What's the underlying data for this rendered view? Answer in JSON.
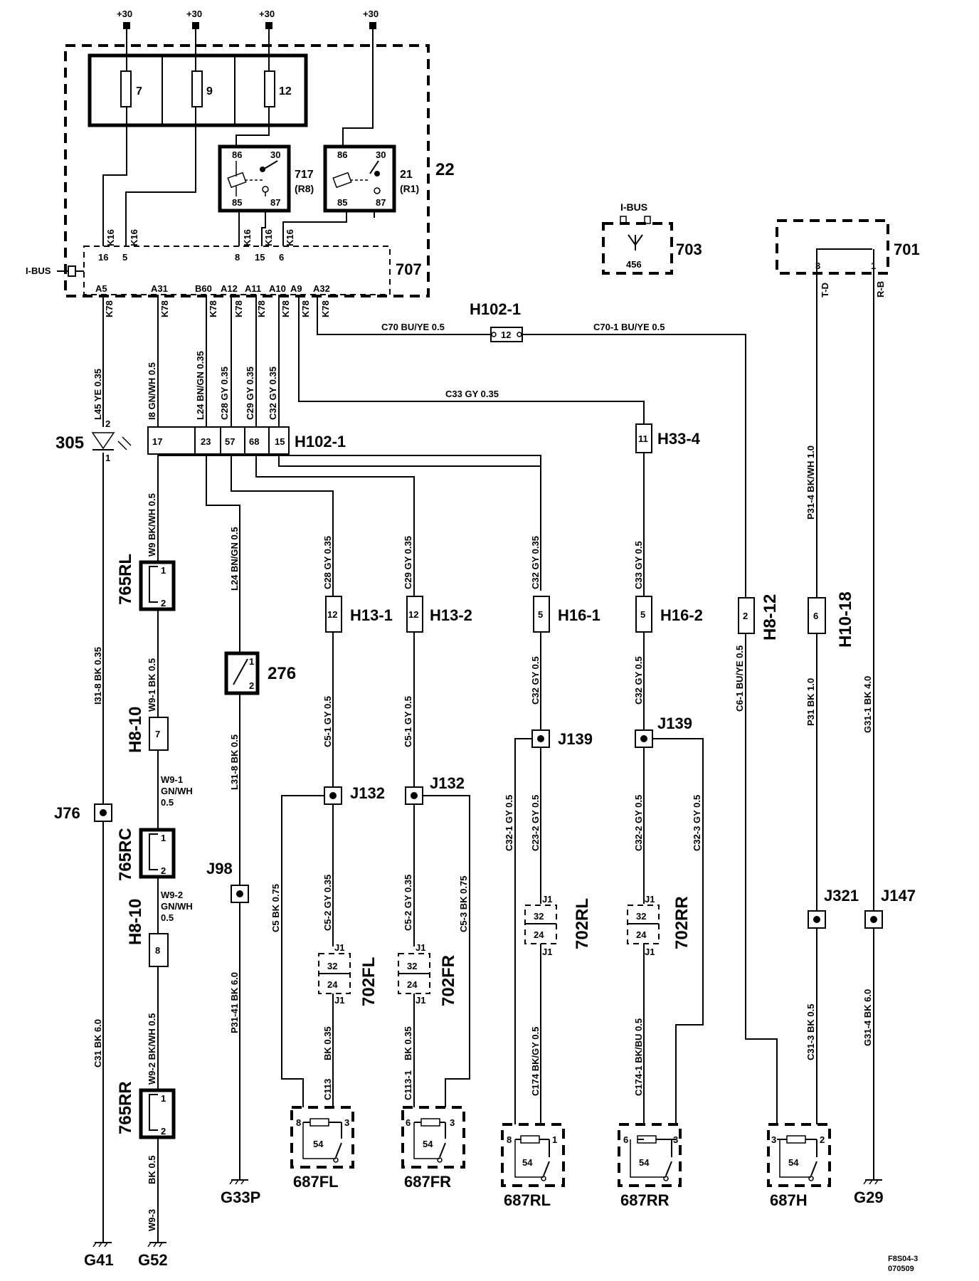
{
  "supply": [
    "+30",
    "+30",
    "+30",
    "+30"
  ],
  "fuses": [
    "7",
    "9",
    "12"
  ],
  "relays": [
    {
      "pins": [
        "86",
        "30",
        "85",
        "87"
      ],
      "name": "717",
      "sub": "(R8)"
    },
    {
      "pins": [
        "86",
        "30",
        "85",
        "87"
      ],
      "name": "21",
      "sub": "(R1)"
    }
  ],
  "module22": "22",
  "module707": {
    "name": "707",
    "ibus": "I-BUS",
    "top_pins": [
      "16",
      "5",
      "8",
      "15",
      "6"
    ],
    "top_codes": [
      "K16",
      "K16",
      "K16",
      "K16",
      "K16"
    ],
    "bottom_pins": [
      "A5",
      "A31",
      "B60",
      "A12",
      "A11",
      "A10",
      "A9",
      "A32"
    ],
    "bottom_codes": [
      "K78",
      "K78",
      "K78",
      "K78",
      "K78",
      "K78",
      "K78",
      "K78"
    ]
  },
  "module703": {
    "name": "703",
    "bus": "I-BUS",
    "pin": "456"
  },
  "module701": {
    "name": "701",
    "pins": [
      "3",
      "1"
    ],
    "codes": [
      "T-D",
      "R-B"
    ]
  },
  "h102_top": {
    "name": "H102-1",
    "pin": "12",
    "left_wire": "C70  BU/YE  0.5",
    "right_wire": "C70-1  BU/YE  0.5"
  },
  "c33_wire": "C33  GY  0.35",
  "h33": {
    "name": "H33-4",
    "pin": "11"
  },
  "h102_block": {
    "name": "H102-1",
    "pins": [
      "17",
      "23",
      "57",
      "68",
      "15"
    ]
  },
  "upper_wires": [
    "L45  YE  0.35",
    "I8  GN/WH  0.5",
    "L24 BN/GN 0.35",
    "C28  GY  0.35",
    "C29  GY  0.35",
    "C32  GY  0.35"
  ],
  "led": {
    "name": "305",
    "pins": [
      "2",
      "1"
    ]
  },
  "switch276": {
    "name": "276",
    "pins": [
      "1",
      "2"
    ]
  },
  "seat_sensors": [
    {
      "name": "765RL",
      "pins": [
        "1",
        "2"
      ]
    },
    {
      "name": "765RC",
      "pins": [
        "1",
        "2"
      ]
    },
    {
      "name": "765RR",
      "pins": [
        "1",
        "2"
      ]
    }
  ],
  "connectors": [
    {
      "name": "H13-1",
      "pin": "12"
    },
    {
      "name": "H13-2",
      "pin": "12"
    },
    {
      "name": "H16-1",
      "pin": "5"
    },
    {
      "name": "H16-2",
      "pin": "5"
    },
    {
      "name": "H8-12",
      "pin": "2"
    },
    {
      "name": "H10-18",
      "pin": "6"
    },
    {
      "name": "H8-10",
      "pin": "7"
    },
    {
      "name": "H8-10",
      "pin": "8"
    }
  ],
  "splices": [
    "J76",
    "J98",
    "J132",
    "J132",
    "J139",
    "J139",
    "J321",
    "J147"
  ],
  "wire_labels": [
    "W9  BK/WH  0.5",
    "W9-1  BK  0.5",
    "W9-1",
    "GN/WH",
    "0.5",
    "W9-2",
    "GN/WH",
    "0.5",
    "W9-2  BK/WH  0.5",
    "BK  0.5",
    "W9-3",
    "I31-8  BK  0.35",
    "C31  BK  6.0",
    "L24  BN/GN  0.5",
    "L31-8  BK  0.5",
    "P31-41  BK  6.0",
    "C28  GY  0.35",
    "C5-1  GY  0.5",
    "C5  BK  0.75",
    "C5-2  GY  0.35",
    "BK  0.35",
    "C113",
    "C29  GY  0.35",
    "C5-1  GY  0.5",
    "C5-2  GY  0.35",
    "C5-3  BK  0.75",
    "BK  0.35",
    "C113-1",
    "C32  GY  0.35",
    "C32  GY  0.5",
    "C32-1  GY  0.5",
    "C23-2  GY  0.5",
    "C174  BK/GY  0.5",
    "C33  GY  0.5",
    "C32  GY  0.5",
    "C32-2  GY  0.5",
    "C32-3  GY  0.5",
    "C174-1 BK/BU  0.5",
    "C6-1  BU/YE  0.5",
    "P31-4  BK/WH  1.0",
    "P31  BK  1.0",
    "C31-3  BK  0.5",
    "G31-1  BK  4.0",
    "G31-4  BK  6.0"
  ],
  "antennas": [
    {
      "name": "702FL",
      "pins": [
        "J1",
        "32",
        "24",
        "J1"
      ]
    },
    {
      "name": "702FR",
      "pins": [
        "J1",
        "32",
        "24",
        "J1"
      ]
    },
    {
      "name": "702RL",
      "pins": [
        "J1",
        "32",
        "24",
        "J1"
      ]
    },
    {
      "name": "702RR",
      "pins": [
        "J1",
        "32",
        "24",
        "J1"
      ]
    }
  ],
  "door_switches": [
    {
      "name": "687FL",
      "pins": [
        "8",
        "3"
      ],
      "code": "54"
    },
    {
      "name": "687FR",
      "pins": [
        "6",
        "3"
      ],
      "code": "54"
    },
    {
      "name": "687RL",
      "pins": [
        "8",
        "1"
      ],
      "code": "54"
    },
    {
      "name": "687RR",
      "pins": [
        "6",
        "3"
      ],
      "code": "54"
    },
    {
      "name": "687H",
      "pins": [
        "3",
        "2"
      ],
      "code": "54"
    }
  ],
  "grounds": [
    "G41",
    "G52",
    "G33P",
    "G29"
  ],
  "ref": [
    "F8S04-3",
    "070509"
  ]
}
